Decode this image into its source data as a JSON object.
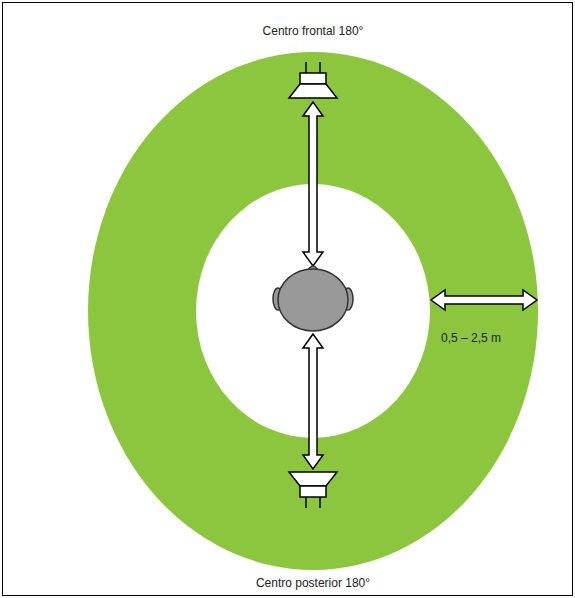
{
  "diagram": {
    "labels": [
      "Centro frontal 180°",
      "Centro posterior 180°",
      "0,5 – 2,5 m"
    ]
  }
}
